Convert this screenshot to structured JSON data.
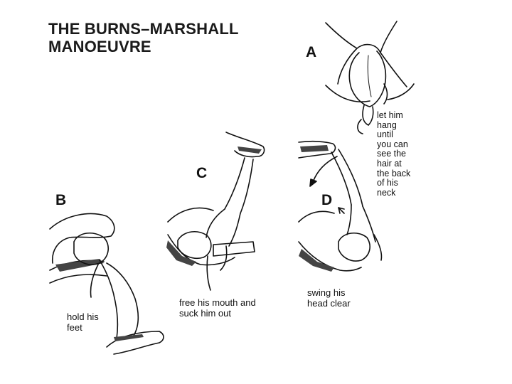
{
  "title": {
    "line1": "THE BURNS–MARSHALL",
    "line2": "MANOEUVRE"
  },
  "panels": {
    "a": {
      "letter": "A",
      "caption": [
        "let him",
        "hang",
        "until",
        "you can",
        "see the",
        "hair at",
        "the back",
        "of his",
        "neck"
      ]
    },
    "b": {
      "letter": "B",
      "caption": [
        "hold his",
        "feet"
      ]
    },
    "c": {
      "letter": "C",
      "caption": [
        "free his mouth and",
        "suck him out"
      ]
    },
    "d": {
      "letter": "D",
      "caption": [
        "swing his",
        "head clear"
      ]
    }
  },
  "colors": {
    "ink": "#111111",
    "shade": "#444444",
    "background": "#ffffff"
  }
}
